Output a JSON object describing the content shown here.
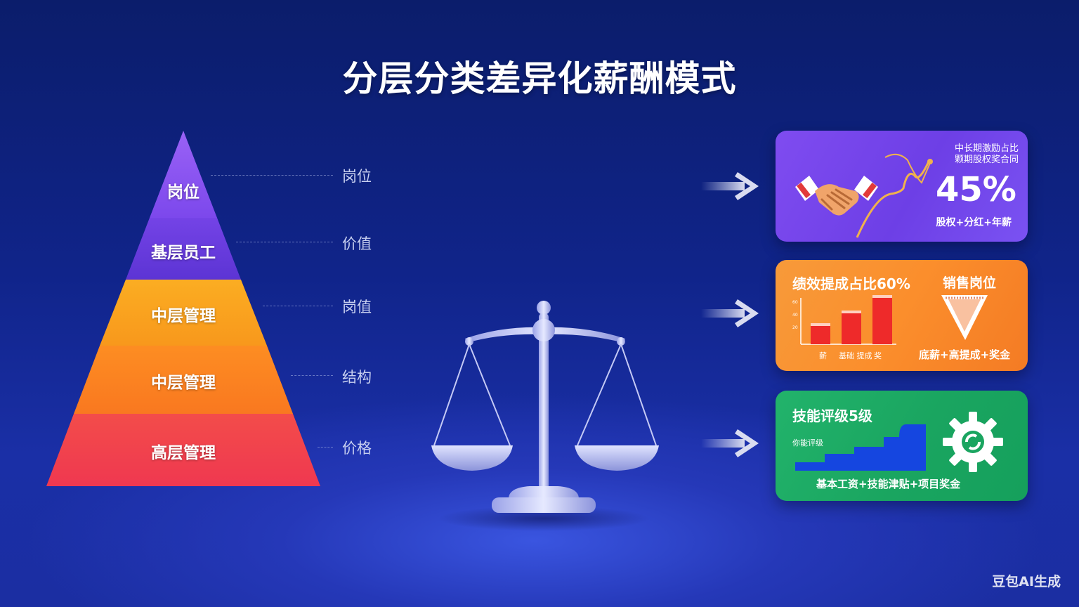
{
  "title": "分层分类差异化薪酬模式",
  "pyramid": {
    "levels": [
      {
        "label": "岗位",
        "color": "#8b55f0"
      },
      {
        "label": "基层员工",
        "color": "#6a3ee0"
      },
      {
        "label": "中层管理",
        "color": "#f7a21f"
      },
      {
        "label": "中层管理",
        "color": "#fb8522"
      },
      {
        "label": "高层管理",
        "color": "#f2404c"
      }
    ]
  },
  "dimensions": [
    "岗位",
    "价值",
    "岗值",
    "结构",
    "价格"
  ],
  "cards": {
    "long_term": {
      "title_line1": "中长期激励占比",
      "title_line2": "颗期股权奖合同",
      "value": "45%",
      "formula": "股权+分红+年薪",
      "icons": [
        "handshake-icon",
        "growth-line-icon"
      ]
    },
    "sales": {
      "title": "绩效提成占比60%",
      "subtitle": "销售岗位",
      "chart_labels": [
        "薪",
        "基础 提成",
        "奖"
      ],
      "formula": "底薪+高提成+奖金",
      "icons": [
        "bar-chart-icon",
        "funnel-icon"
      ]
    },
    "skill": {
      "title": "技能评级5级",
      "small_label": "你能评级",
      "formula": "基本工资+技能津贴+项目奖金",
      "icons": [
        "step-chart-icon",
        "gear-icon"
      ]
    }
  },
  "center_icon": "balance-scale-icon",
  "watermark": "豆包AI生成"
}
